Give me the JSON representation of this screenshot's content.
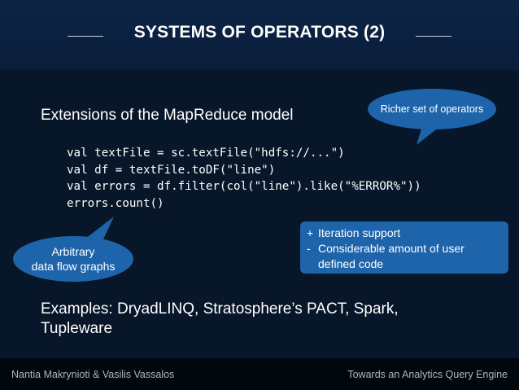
{
  "slide": {
    "title": "SYSTEMS OF OPERATORS (2)",
    "heading": "Extensions of the MapReduce model",
    "code_lines": [
      "val textFile = sc.textFile(\"hdfs://...\")",
      "val df = textFile.toDF(\"line\")",
      "val errors = df.filter(col(\"line\").like(\"%ERROR%\"))",
      "errors.count()"
    ],
    "callout_top": "Richer set of operators",
    "callout_left": {
      "line1": "Arbitrary",
      "line2": "data flow graphs"
    },
    "box": {
      "items": [
        {
          "mark": "+",
          "text": "Iteration support"
        },
        {
          "mark": "-",
          "text": "Considerable amount of user"
        },
        {
          "mark": "",
          "text": "defined code"
        }
      ]
    },
    "examples": "Examples: DryadLINQ, Stratosphere’s PACT, Spark, Tupleware",
    "footer": {
      "left": "Nantia Makrynioti & Vasilis Vassalos",
      "right": "Towards an Analytics Query Engine"
    }
  }
}
